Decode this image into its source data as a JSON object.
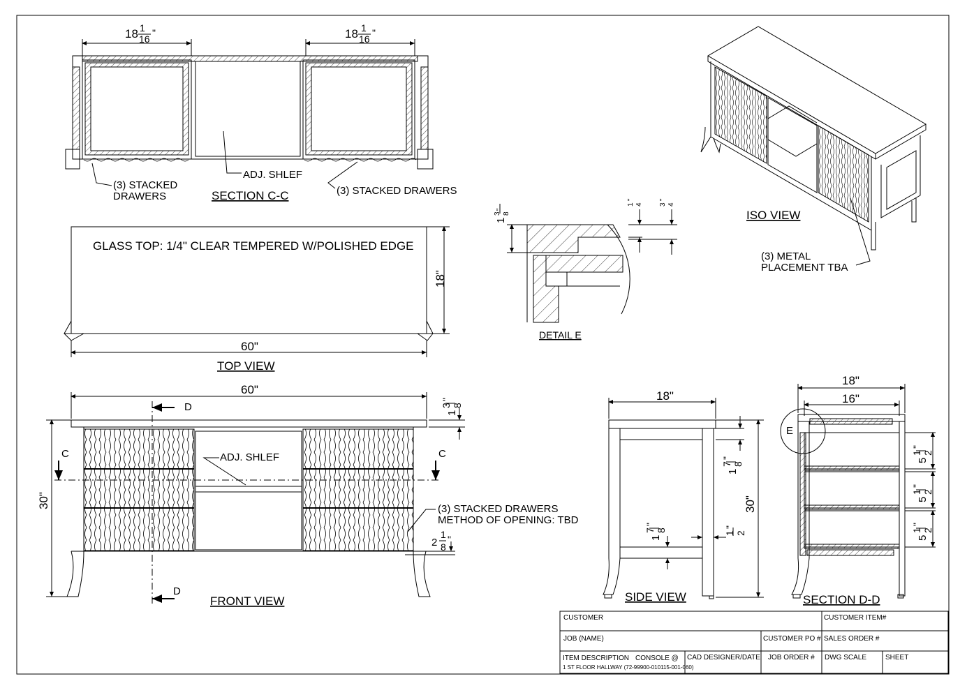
{
  "views": {
    "section_cc": {
      "title": "SECTION C-C",
      "dim_left": "18",
      "dim_right": "18",
      "frac_num": "1",
      "frac_den": "16",
      "inch": "\"",
      "adj_shelf": "ADJ. SHLEF",
      "drawers_l1": "(3) STACKED",
      "drawers_l2": "DRAWERS",
      "drawers_right": "(3) STACKED DRAWERS"
    },
    "top_view": {
      "title": "TOP VIEW",
      "glass": "GLASS TOP: 1/4\" CLEAR TEMPERED W/POLISHED EDGE",
      "width": "60\"",
      "depth": "18\""
    },
    "detail_e": {
      "title": "DETAIL E",
      "d1_whole": "1",
      "d1_num": "3",
      "d1_den": "8",
      "d1_inch": "\"",
      "d2_num": "1",
      "d2_den": "4",
      "d2_inch": "\"",
      "d3_num": "3",
      "d3_den": "4",
      "d3_inch": "\""
    },
    "iso_view": {
      "title": "ISO VIEW",
      "metal_l1": "(3) METAL",
      "metal_l2": "PLACEMENT TBA"
    },
    "front_view": {
      "title": "FRONT VIEW",
      "width": "60\"",
      "height": "30\"",
      "top_whole": "1",
      "top_num": "3",
      "top_den": "8",
      "top_inch": "\"",
      "adj_shelf": "ADJ. SHLEF",
      "drawers_l1": "(3) STACKED DRAWERS",
      "drawers_l2": "METHOD OF OPENING: TBD",
      "bot_whole": "2",
      "bot_num": "1",
      "bot_den": "8",
      "bot_inch": "\"",
      "mark_c": "C",
      "mark_d": "D"
    },
    "side_view": {
      "title": "SIDE VIEW",
      "width": "18\"",
      "height": "30\"",
      "a_whole": "1",
      "a_num": "7",
      "a_den": "8",
      "a_inch": "\"",
      "b_whole": "1",
      "b_num": "7",
      "b_den": "8",
      "b_inch": "\"",
      "c_num": "1",
      "c_den": "2",
      "c_inch": "\""
    },
    "section_dd": {
      "title": "SECTION D-D",
      "outer": "18\"",
      "inner": "16\"",
      "mark_e": "E",
      "s_whole": "5",
      "s_num": "1",
      "s_den": "2",
      "s_inch": "\""
    }
  },
  "title_block": {
    "customer": "CUSTOMER",
    "customer_item": "CUSTOMER ITEM#",
    "job_name": "JOB (NAME)",
    "customer_po": "CUSTOMER PO #",
    "sales_order": "SALES ORDER #",
    "item_description": "ITEM DESCRIPTION",
    "console": "CONSOLE @",
    "location": "1 ST FLOOR HALLWAY (72-99900-010115-001-060)",
    "cad_designer": "CAD DESIGNER/DATE",
    "job_order": "JOB ORDER #",
    "dwg_scale": "DWG SCALE",
    "sheet": "SHEET"
  }
}
